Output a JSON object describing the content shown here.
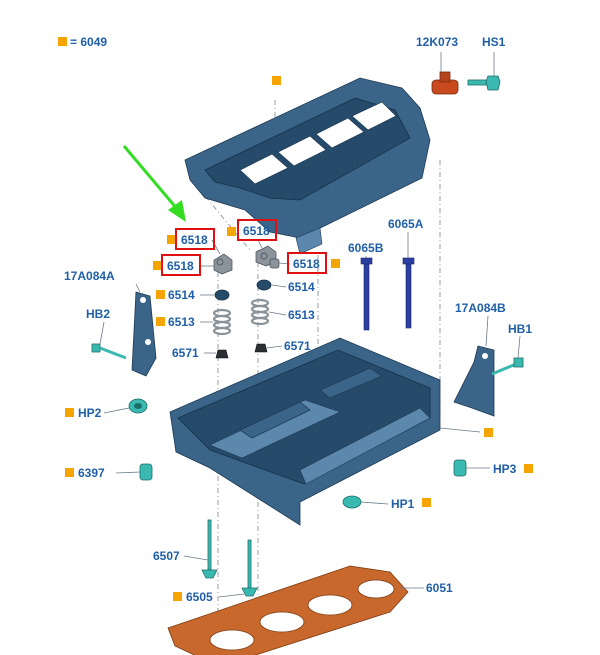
{
  "legend": {
    "value": "= 6049",
    "swatch_color": "#f6a500"
  },
  "colors": {
    "label": "#1f5fa8",
    "highlight_box": "#e01010",
    "arrow": "#33dd22",
    "cylinder_head": "#3a6588",
    "gasket": "#c9682c",
    "teal_parts": "#3ab9b0",
    "bolts": "#2c3fa0"
  },
  "labels": {
    "k12k073": "12K073",
    "hs1": "HS1",
    "l6518_a": "6518",
    "l6518_b": "6518",
    "l6518_c": "6518",
    "l6518_d": "6518",
    "l17a084a": "17A084A",
    "l6514_left": "6514",
    "l6514_right": "6514",
    "hb2": "HB2",
    "l6513_left": "6513",
    "l6513_right": "6513",
    "l6571_left": "6571",
    "l6571_right": "6571",
    "l6065b": "6065B",
    "l6065a": "6065A",
    "l17a084b": "17A084B",
    "hb1": "HB1",
    "hp2": "HP2",
    "l6397": "6397",
    "hp3": "HP3",
    "hp1": "HP1",
    "l6507": "6507",
    "l6505": "6505",
    "l6051": "6051"
  }
}
